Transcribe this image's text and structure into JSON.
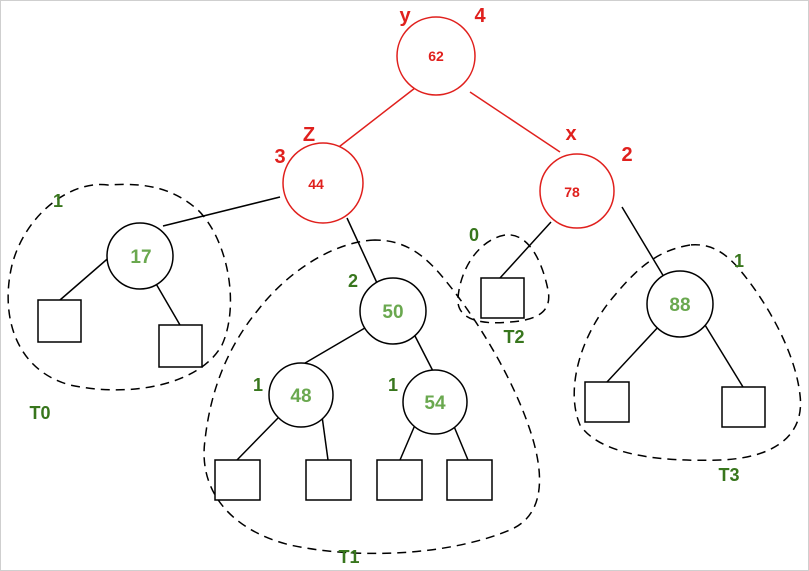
{
  "colors": {
    "accent_red": "#e0201d",
    "node_key_green": "#6aa84f",
    "label_dark_green": "#38761d",
    "edge_black": "#000000"
  },
  "nodes": {
    "y": {
      "key": "62",
      "name_label": "y",
      "height": "4"
    },
    "z": {
      "key": "44",
      "name_label": "Z",
      "height": "3"
    },
    "x": {
      "key": "78",
      "name_label": "x",
      "height": "2"
    },
    "n17": {
      "key": "17",
      "height": "1"
    },
    "n50": {
      "key": "50",
      "height": "2"
    },
    "n48": {
      "key": "48",
      "height": "1"
    },
    "n54": {
      "key": "54",
      "height": "1"
    },
    "n88": {
      "key": "88",
      "height": "1"
    },
    "t2_height": "0"
  },
  "subtrees": {
    "t0": "T0",
    "t1": "T1",
    "t2": "T2",
    "t3": "T3"
  }
}
